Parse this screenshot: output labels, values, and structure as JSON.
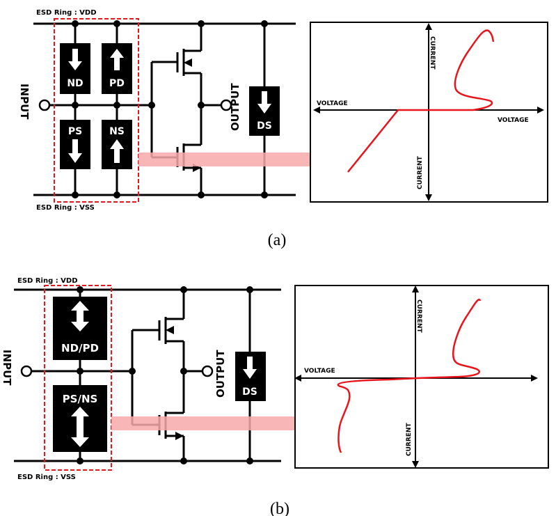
{
  "panel_a": {
    "caption": "(a)",
    "ring_vdd": "ESD Ring : VDD",
    "ring_vss": "ESD Ring : VSS",
    "input_label": "INPUT",
    "output_label": "OUTPUT",
    "devices": {
      "nd": "ND",
      "pd": "PD",
      "ps": "PS",
      "ns": "NS",
      "ds": "DS"
    },
    "graph": {
      "x_label_left": "VOLTAGE",
      "x_label_right": "VOLTAGE",
      "y_label_top": "CURRENT",
      "y_label_bottom": "CURRENT"
    }
  },
  "panel_b": {
    "caption": "(b)",
    "ring_vdd": "ESD Ring : VDD",
    "ring_vss": "ESD Ring : VSS",
    "input_label": "INPUT",
    "output_label": "OUTPUT",
    "devices": {
      "ndpd": "ND/PD",
      "psns": "PS/NS",
      "ds": "DS"
    },
    "graph": {
      "x_label": "VOLTAGE",
      "y_label_top": "CURRENT",
      "y_label_bottom": "CURRENT"
    }
  },
  "colors": {
    "curve": "#e8141b",
    "dashed_box": "#e8141b",
    "arrow_band": "#f7a9a9",
    "device_fill": "#000000"
  }
}
